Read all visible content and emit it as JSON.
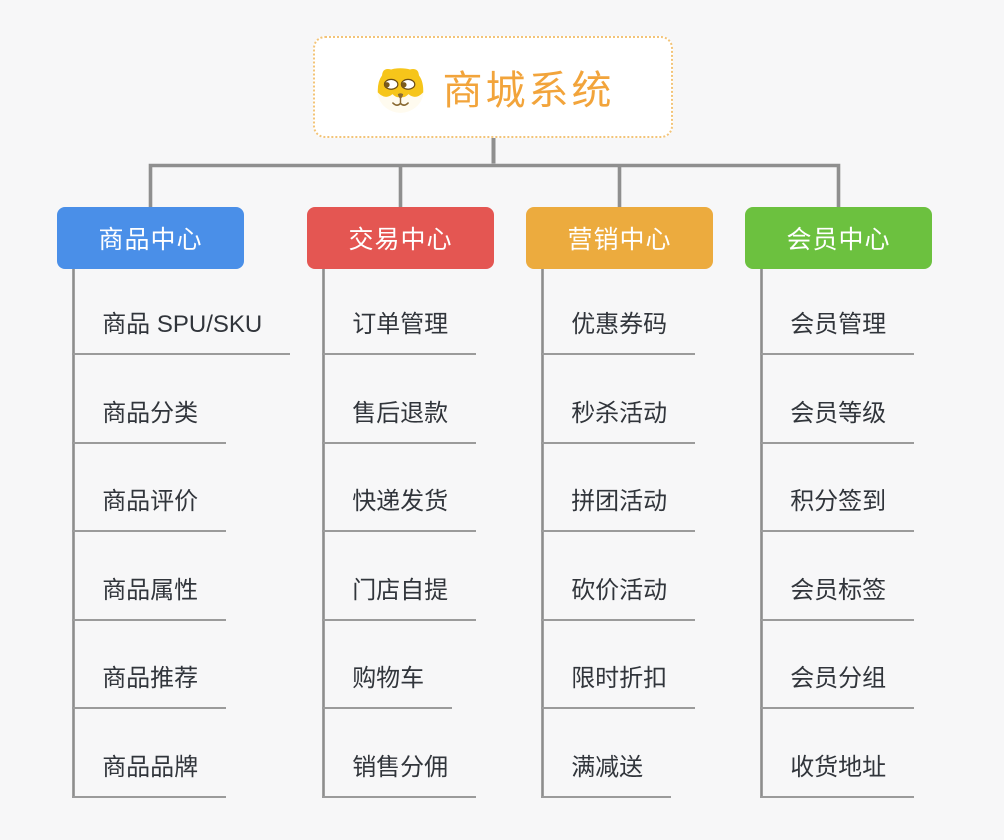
{
  "root": {
    "label": "商城系统",
    "icon": "dog-face-icon"
  },
  "branches": [
    {
      "id": "product-center",
      "label": "商品中心",
      "color": "#4a8fe8",
      "items": [
        "商品 SPU/SKU",
        "商品分类",
        "商品评价",
        "商品属性",
        "商品推荐",
        "商品品牌"
      ]
    },
    {
      "id": "trade-center",
      "label": "交易中心",
      "color": "#e45652",
      "items": [
        "订单管理",
        "售后退款",
        "快递发货",
        "门店自提",
        "购物车",
        "销售分佣"
      ]
    },
    {
      "id": "marketing-center",
      "label": "营销中心",
      "color": "#ecab3e",
      "items": [
        "优惠券码",
        "秒杀活动",
        "拼团活动",
        "砍价活动",
        "限时折扣",
        "满减送"
      ]
    },
    {
      "id": "member-center",
      "label": "会员中心",
      "color": "#6cc13f",
      "items": [
        "会员管理",
        "会员等级",
        "积分签到",
        "会员标签",
        "会员分组",
        "收货地址"
      ]
    }
  ],
  "colors": {
    "root_accent": "#f2a43b",
    "root_border": "#f3c478",
    "connector_line": "#8f8f8f",
    "leaf_underline": "#9b9b9b",
    "leaf_text": "#31353b",
    "background": "#f7f7f8"
  }
}
